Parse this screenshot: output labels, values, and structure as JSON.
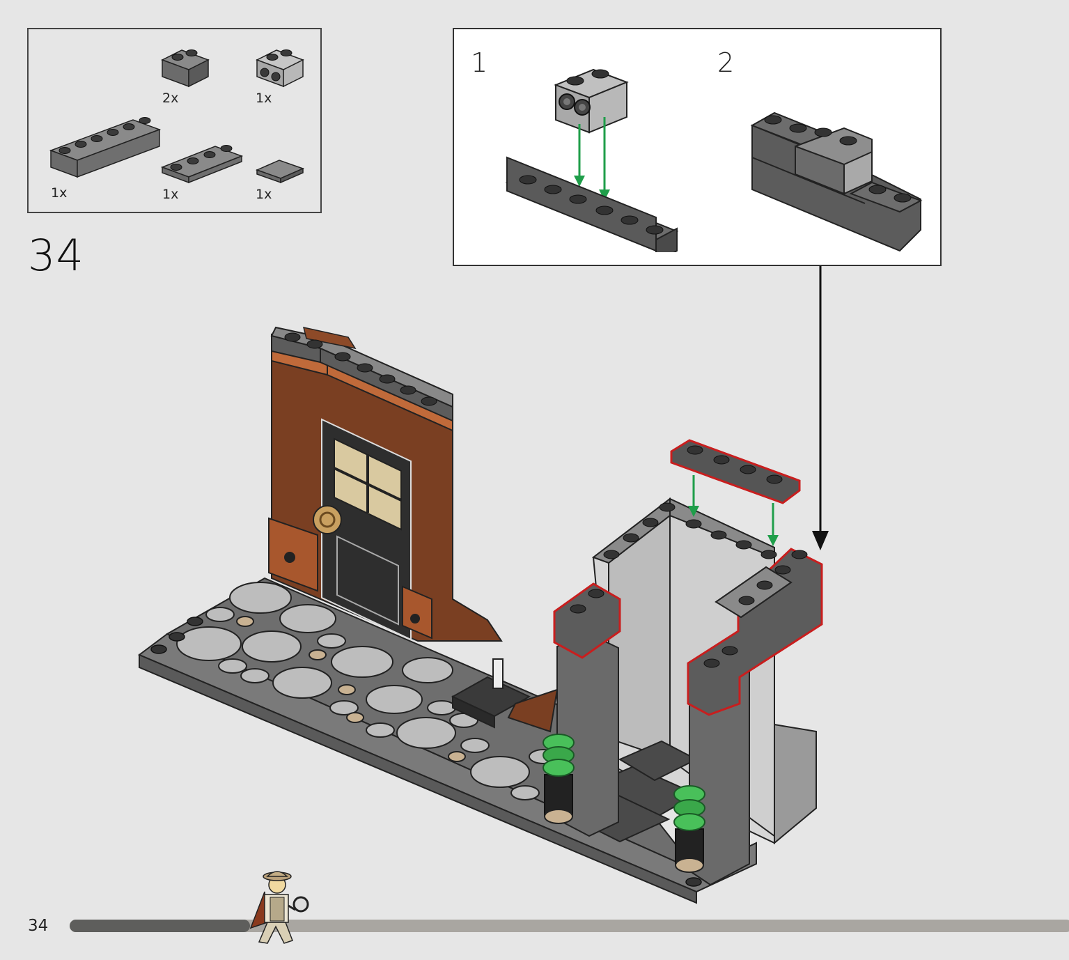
{
  "page": {
    "step_number": "34",
    "page_number": "34",
    "progress_fraction": 0.18
  },
  "parts_list": [
    {
      "name": "brick-1x2-dark-grey",
      "qty": "2x",
      "color": "#6b6b6b"
    },
    {
      "name": "brick-1x2-with-studs-on-side-light-grey",
      "qty": "1x",
      "color": "#a7a7a7"
    },
    {
      "name": "brick-1x6-dark-grey",
      "qty": "1x",
      "color": "#6b6b6b"
    },
    {
      "name": "plate-1x4-dark-grey",
      "qty": "1x",
      "color": "#6b6b6b"
    },
    {
      "name": "tile-1x2-dark-grey",
      "qty": "1x",
      "color": "#6b6b6b"
    }
  ],
  "sub_assembly": {
    "steps": [
      {
        "label": "1"
      },
      {
        "label": "2"
      }
    ]
  },
  "colors": {
    "dark_grey": "#5f5f5f",
    "light_grey": "#a9a9a9",
    "reddish_brown": "#7a3f22",
    "highlight": "#c81e1e",
    "arrow_green": "#1f9e4a",
    "trans_green": "#49c05a"
  }
}
